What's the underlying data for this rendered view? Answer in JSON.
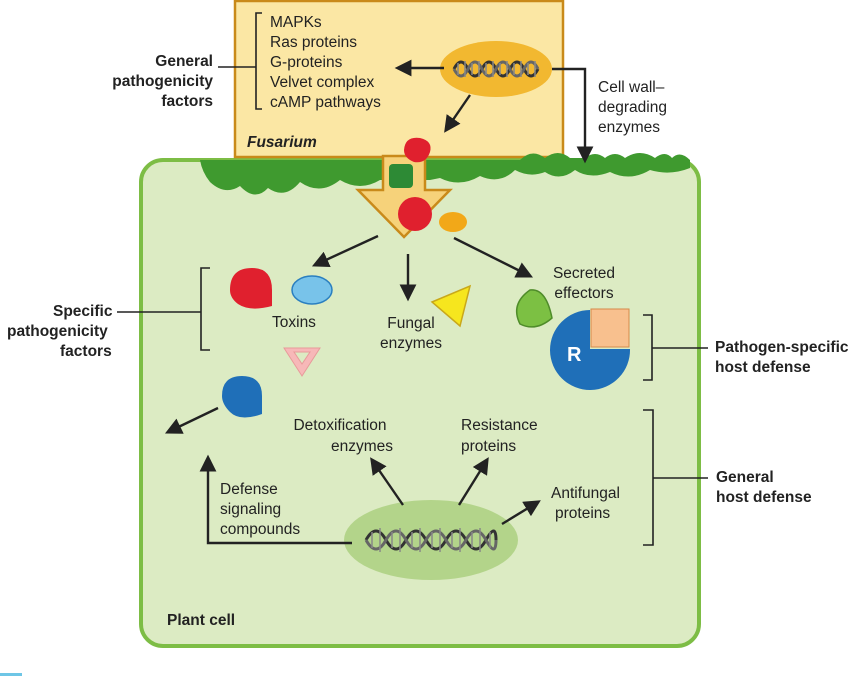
{
  "fusarium": {
    "title": "Fusarium",
    "factors": [
      "MAPKs",
      "Ras proteins",
      "G-proteins",
      "Velvet complex",
      "cAMP pathways"
    ]
  },
  "general_pathogenicity": {
    "line1": "General",
    "line2": "pathogenicity",
    "line3": "factors"
  },
  "cell_wall_enzymes": {
    "line1": "Cell wall–",
    "line2": "degrading",
    "line3": "enzymes"
  },
  "toxins": "Toxins",
  "fungal_enzymes": {
    "line1": "Fungal",
    "line2": "enzymes"
  },
  "secreted_effectors": {
    "line1": "Secreted",
    "line2": "effectors"
  },
  "specific_pathogenicity": {
    "line1": "Specific",
    "line2": "pathogenicity",
    "line3": "factors"
  },
  "receptor_letter": "R",
  "pathogen_specific_defense": {
    "line1": "Pathogen-specific",
    "line2": "host defense"
  },
  "detox_enzymes": {
    "line1": "Detoxification",
    "line2": "enzymes"
  },
  "resistance_proteins": {
    "line1": "Resistance",
    "line2": "proteins"
  },
  "antifungal_proteins": {
    "line1": "Antifungal",
    "line2": "proteins"
  },
  "defense_signaling": {
    "line1": "Defense",
    "line2": "signaling",
    "line3": "compounds"
  },
  "general_host_defense": {
    "line1": "General",
    "line2": "host defense"
  },
  "plant_cell": "Plant cell",
  "colors": {
    "fusarium_fill": "#fbe7a4",
    "fusarium_border": "#c98a1a",
    "plant_fill": "#dcebc3",
    "plant_border": "#7dbd45",
    "wall_green": "#3f9a2f",
    "toxin_red": "#e0202e",
    "toxin_blue": "#78c3ea",
    "enzyme_yellow": "#f6e61e",
    "effector_green": "#7cc043",
    "receptor_blue": "#1f6fb8",
    "receptor_peach": "#f8c08e",
    "pink": "#f7b8b8",
    "orange": "#f2a818"
  }
}
